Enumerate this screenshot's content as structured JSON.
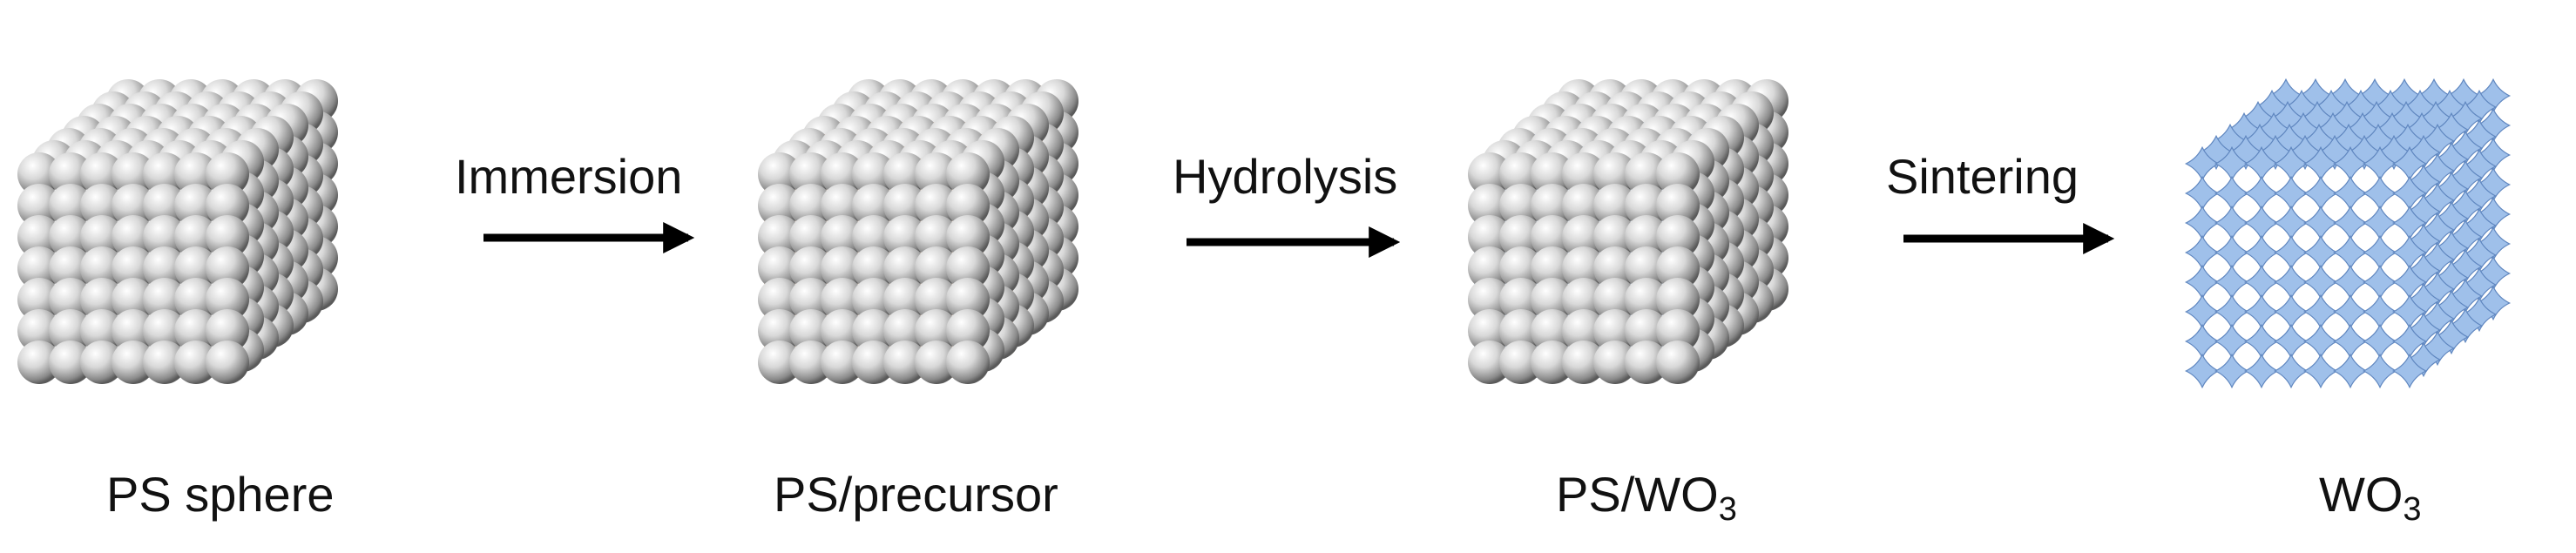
{
  "stages": [
    {
      "id": "ps-sphere",
      "label": "PS sphere",
      "sub": "",
      "style": "spheres"
    },
    {
      "id": "ps-precursor",
      "label": "PS/precursor",
      "sub": "",
      "style": "spheres-precursor"
    },
    {
      "id": "ps-wo3",
      "label": "PS/WO",
      "sub": "3",
      "style": "spheres-wo3"
    },
    {
      "id": "wo3",
      "label": "WO",
      "sub": "3",
      "style": "framework"
    }
  ],
  "steps": [
    {
      "id": "immersion",
      "label": "Immersion"
    },
    {
      "id": "hydrolysis",
      "label": "Hydrolysis"
    },
    {
      "id": "sintering",
      "label": "Sintering"
    }
  ],
  "colors": {
    "sphere": "#d9d9d9",
    "precursor": "#f2b98e",
    "wo3": "#9fc0ea",
    "arrow": "#000000"
  }
}
